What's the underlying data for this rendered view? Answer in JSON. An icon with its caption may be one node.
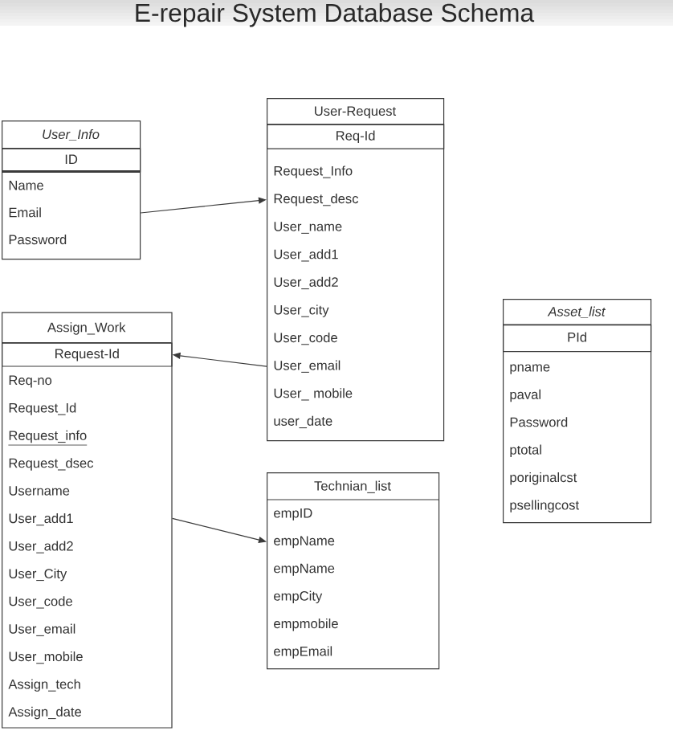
{
  "diagram": {
    "title": "E-repair System Database Schema",
    "nodes": [
      {
        "text": [
          "User_Info"
        ]
      },
      {
        "text": [
          "ID"
        ],
        "in": 0
      },
      {
        "text": [
          "Name"
        ],
        "in": 0
      },
      {
        "text": [
          "Email"
        ],
        "in": 0
      },
      {
        "text": [
          "Password"
        ],
        "in": 0
      },
      {
        "text": [
          "User-Request"
        ]
      },
      {
        "text": [
          "Req-Id"
        ],
        "in": 5
      },
      {
        "text": [
          "Request_Info"
        ],
        "in": 5
      },
      {
        "text": [
          "Request_desc"
        ],
        "in": 5
      },
      {
        "text": [
          "User_name"
        ],
        "in": 5
      },
      {
        "text": [
          "User_add1"
        ],
        "in": 5
      },
      {
        "text": [
          "User_add2"
        ],
        "in": 5
      },
      {
        "text": [
          "User_city"
        ],
        "in": 5
      },
      {
        "text": [
          "User_code"
        ],
        "in": 5
      },
      {
        "text": [
          "User_email"
        ],
        "in": 5
      },
      {
        "text": [
          "User_ mobile"
        ],
        "in": 5
      },
      {
        "text": [
          "user_date"
        ],
        "in": 5
      },
      {
        "text": [
          "Assign_Work"
        ]
      },
      {
        "text": [
          "Request-Id"
        ],
        "in": 17
      },
      {
        "text": [
          "Req-no"
        ],
        "in": 17
      },
      {
        "text": [
          "Request_Id"
        ],
        "in": 17
      },
      {
        "text": [
          "Request_info"
        ],
        "in": 17
      },
      {
        "text": [
          "Request_dsec"
        ],
        "in": 17
      },
      {
        "text": [
          "Username"
        ],
        "in": 17
      },
      {
        "text": [
          "User_add1"
        ],
        "in": 17
      },
      {
        "text": [
          "User_add2"
        ],
        "in": 17
      },
      {
        "text": [
          "User_City"
        ],
        "in": 17
      },
      {
        "text": [
          "User_code"
        ],
        "in": 17
      },
      {
        "text": [
          "User_email"
        ],
        "in": 17
      },
      {
        "text": [
          "User_mobile"
        ],
        "in": 17
      },
      {
        "text": [
          "Assign_tech"
        ],
        "in": 17
      },
      {
        "text": [
          "Assign_date"
        ],
        "in": 17
      },
      {
        "text": [
          "Technian_list"
        ]
      },
      {
        "text": [
          "empID"
        ],
        "in": 32
      },
      {
        "text": [
          "empName"
        ],
        "in": 32
      },
      {
        "text": [
          "empName"
        ],
        "in": 32
      },
      {
        "text": [
          "empCity"
        ],
        "in": 32
      },
      {
        "text": [
          "empmobile"
        ],
        "in": 32
      },
      {
        "text": [
          "empEmail"
        ],
        "in": 32
      },
      {
        "text": [
          "Asset_list"
        ]
      },
      {
        "text": [
          "PId"
        ],
        "in": 39
      },
      {
        "text": [
          "pname"
        ],
        "in": 39
      },
      {
        "text": [
          "paval"
        ],
        "in": 39
      },
      {
        "text": [
          "Password"
        ],
        "in": 39
      },
      {
        "text": [
          "ptotal"
        ],
        "in": 39
      },
      {
        "text": [
          "poriginalcst"
        ],
        "in": 39
      },
      {
        "text": [
          "psellingcost"
        ],
        "in": 39
      }
    ],
    "edges": [
      {
        "from": 0,
        "to": 8,
        "arrow": "to"
      },
      {
        "from": 14,
        "to": 18,
        "arrow": "to"
      },
      {
        "from": 17,
        "to": 34,
        "arrow": "to"
      }
    ]
  }
}
